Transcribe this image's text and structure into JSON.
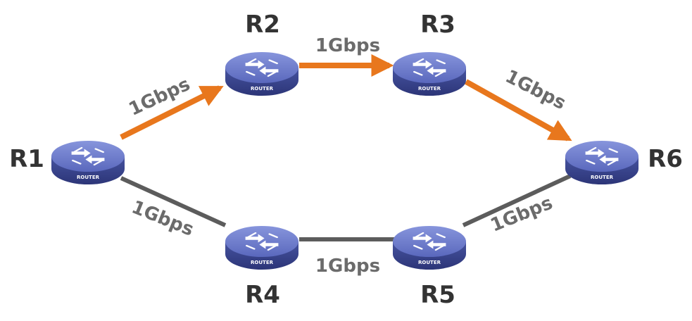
{
  "routers": [
    {
      "id": "R1",
      "label": "R1",
      "device_text": "ROUTER"
    },
    {
      "id": "R2",
      "label": "R2",
      "device_text": "ROUTER"
    },
    {
      "id": "R3",
      "label": "R3",
      "device_text": "ROUTER"
    },
    {
      "id": "R4",
      "label": "R4",
      "device_text": "ROUTER"
    },
    {
      "id": "R5",
      "label": "R5",
      "device_text": "ROUTER"
    },
    {
      "id": "R6",
      "label": "R6",
      "device_text": "ROUTER"
    }
  ],
  "links": [
    {
      "from": "R1",
      "to": "R2",
      "bandwidth": "1Gbps",
      "highlighted": true
    },
    {
      "from": "R2",
      "to": "R3",
      "bandwidth": "1Gbps",
      "highlighted": true
    },
    {
      "from": "R3",
      "to": "R6",
      "bandwidth": "1Gbps",
      "highlighted": true
    },
    {
      "from": "R1",
      "to": "R4",
      "bandwidth": "1Gbps",
      "highlighted": false
    },
    {
      "from": "R4",
      "to": "R5",
      "bandwidth": "1Gbps",
      "highlighted": false
    },
    {
      "from": "R5",
      "to": "R6",
      "bandwidth": "1Gbps",
      "highlighted": false
    }
  ],
  "colors": {
    "highlight": "#e8771d",
    "normal": "#5c5c5c",
    "router_top": "#6f7fcc",
    "router_side": "#3a4796",
    "label": "#333333",
    "link_label": "#6b6b6b"
  },
  "icons": {
    "router": "router-icon"
  }
}
